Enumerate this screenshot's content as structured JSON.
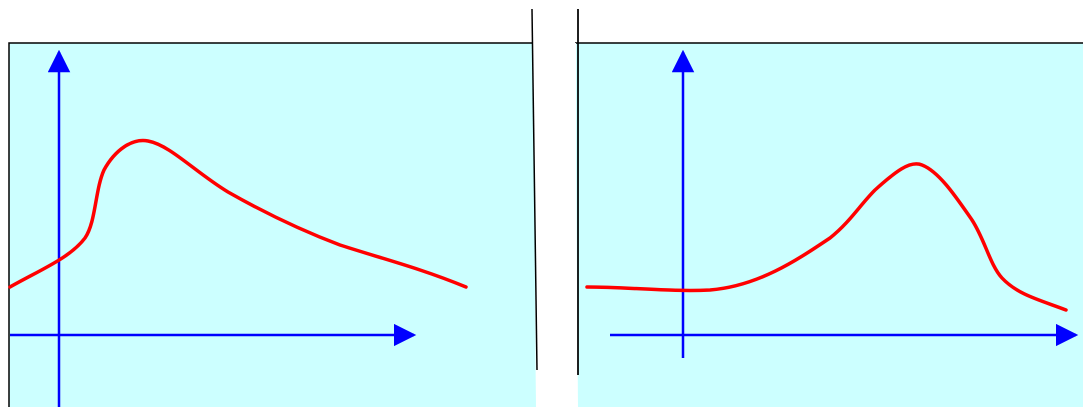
{
  "colors": {
    "panel_fill": "#ccffff",
    "border": "#000000",
    "axis": "#0000ff",
    "curve": "#ff0000",
    "gap": "#ffffff"
  },
  "panels": [
    {
      "id": "left",
      "curve_shape": "sharp rise to early peak, then gradual decline"
    },
    {
      "id": "right",
      "curve_shape": "flat start, rise to late peak, then decline"
    }
  ]
}
